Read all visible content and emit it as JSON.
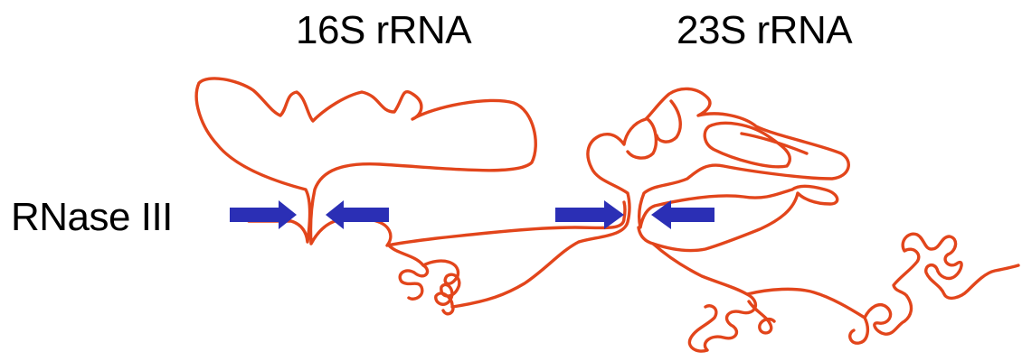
{
  "labels": {
    "rrna_16s": "16S rRNA",
    "rrna_23s": "23S rRNA",
    "rnase": "RNase III"
  },
  "colors": {
    "rna_strand": "#E2451B",
    "arrow": "#2B2FB5",
    "text": "#000000"
  }
}
